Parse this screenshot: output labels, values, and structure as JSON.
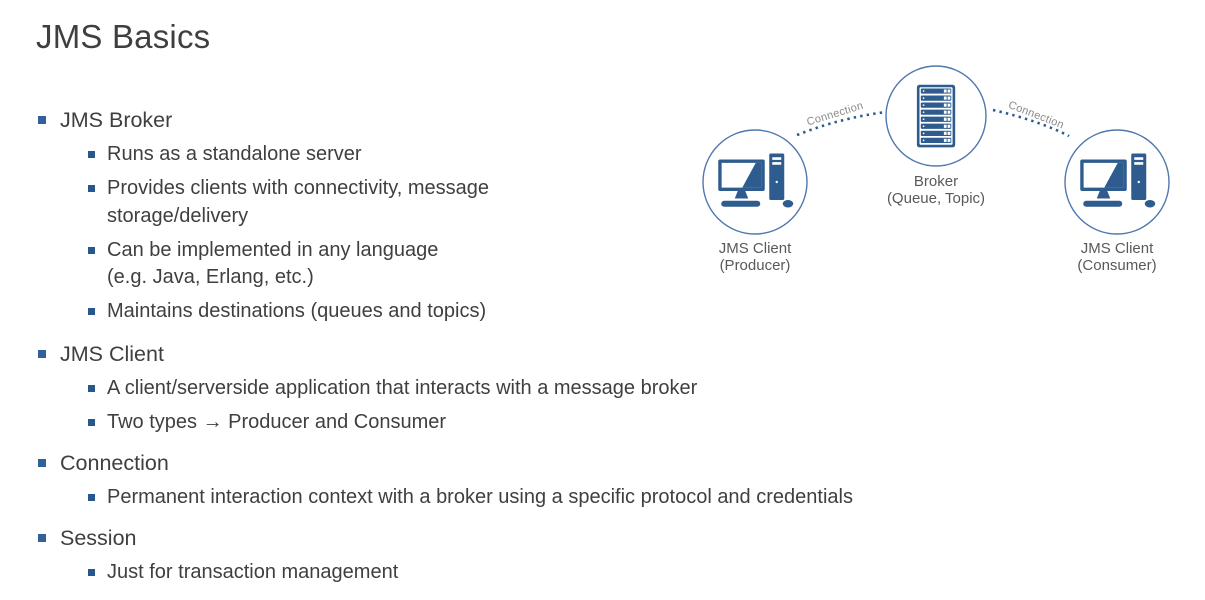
{
  "slide": {
    "title": "JMS Basics"
  },
  "outline": {
    "sections": [
      {
        "title": "JMS Broker",
        "items": [
          "Runs as a standalone server",
          "Provides clients with connectivity, message\nstorage/delivery",
          "Can be implemented in any language\n(e.g. Java, Erlang, etc.)",
          "Maintains destinations (queues and topics)"
        ]
      },
      {
        "title": "JMS Client",
        "items": [
          "A client/serverside application that interacts with a message broker",
          "Two types → Producer and Consumer"
        ]
      },
      {
        "title": "Connection",
        "items": [
          "Permanent interaction context with a broker using a specific protocol and credentials"
        ]
      },
      {
        "title": "Session",
        "items": [
          "Just for transaction management"
        ]
      }
    ]
  },
  "diagram": {
    "nodes": [
      {
        "id": "producer",
        "icon": "desktop-computer-icon",
        "label_line1": "JMS Client",
        "label_line2": "(Producer)"
      },
      {
        "id": "broker",
        "icon": "server-rack-icon",
        "label_line1": "Broker",
        "label_line2": "(Queue, Topic)"
      },
      {
        "id": "consumer",
        "icon": "desktop-computer-icon",
        "label_line1": "JMS Client",
        "label_line2": "(Consumer)"
      }
    ],
    "links": [
      {
        "from": "producer",
        "to": "broker",
        "label": "Connection"
      },
      {
        "from": "broker",
        "to": "consumer",
        "label": "Connection"
      }
    ]
  },
  "colors": {
    "accent_blue": "#2E5C8F",
    "circle_stroke": "#4F78AD",
    "bullet_blue_l1": "#31619A",
    "bullet_blue_l2": "#27588C",
    "text_dark": "#3F3F3F",
    "node_label_gray": "#595959",
    "connection_label_gray": "#8A8A8A",
    "background": "#FFFFFF"
  }
}
